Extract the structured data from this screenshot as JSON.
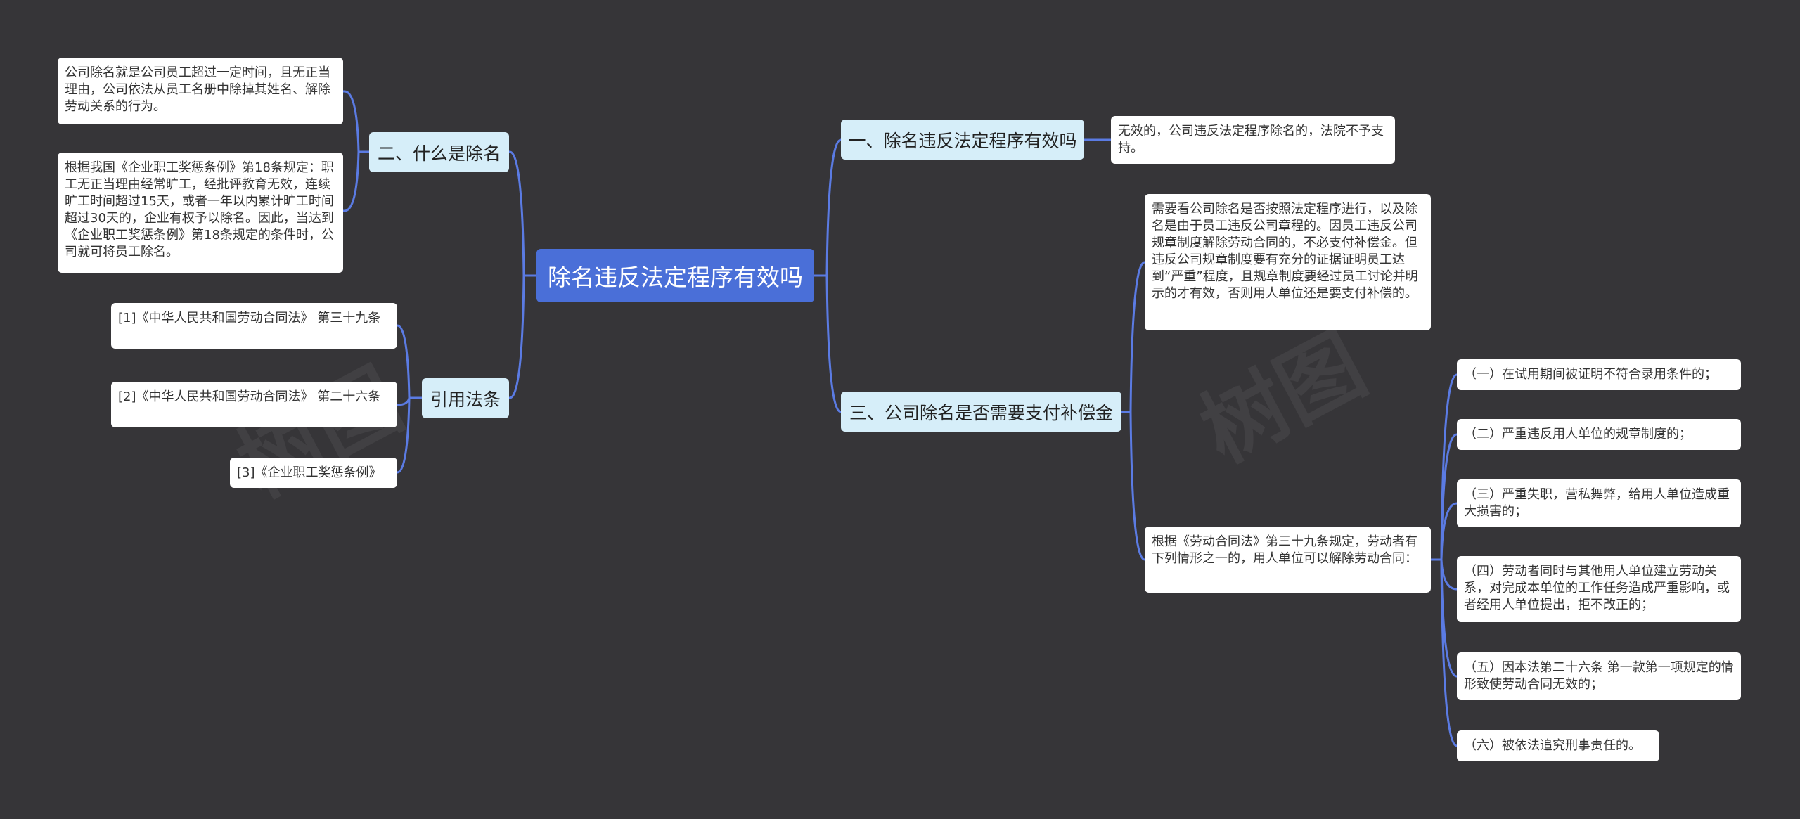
{
  "root": {
    "label": "除名违反法定程序有效吗"
  },
  "branches": {
    "b1": {
      "label": "二、什么是除名"
    },
    "b2": {
      "label": "引用法条"
    },
    "b3": {
      "label": "一、除名违反法定程序有效吗"
    },
    "b4": {
      "label": "三、公司除名是否需要支付补偿金"
    }
  },
  "leaves": {
    "l1": "公司除名就是公司员工超过一定时间，且无正当理由，公司依法从员工名册中除掉其姓名、解除劳动关系的行为。",
    "l2": "根据我国《企业职工奖惩条例》第18条规定：职工无正当理由经常旷工，经批评教育无效，连续旷工时间超过15天，或者一年以内累计旷工时间超过30天的，企业有权予以除名。因此，当达到《企业职工奖惩条例》第18条规定的条件时，公司就可将员工除名。",
    "l3": "[1]《中华人民共和国劳动合同法》 第三十九条",
    "l4": "[2]《中华人民共和国劳动合同法》 第二十六条",
    "l5": "[3]《企业职工奖惩条例》",
    "l6": "无效的，公司违反法定程序除名的，法院不予支持。",
    "l7": "需要看公司除名是否按照法定程序进行，以及除名是由于员工违反公司章程的。因员工违反公司规章制度解除劳动合同的，不必支付补偿金。但违反公司规章制度要有充分的证据证明员工达到“严重”程度，且规章制度要经过员工讨论并明示的才有效，否则用人单位还是要支付补偿的。",
    "l8": "根据《劳动合同法》第三十九条规定，劳动者有下列情形之一的，用人单位可以解除劳动合同：",
    "s1": "（一）在试用期间被证明不符合录用条件的；",
    "s2": "（二）严重违反用人单位的规章制度的；",
    "s3": "（三）严重失职，营私舞弊，给用人单位造成重大损害的；",
    "s4": "（四）劳动者同时与其他用人单位建立劳动关系，对完成本单位的工作任务造成严重影响，或者经用人单位提出，拒不改正的；",
    "s5": "（五）因本法第二十六条 第一款第一项规定的情形致使劳动合同无效的；",
    "s6": "（六）被依法追究刑事责任的。"
  },
  "colors": {
    "background": "#363538",
    "root": "#4a6fd8",
    "branch": "#d6eef9",
    "leaf": "#ffffff",
    "line": "#5b7be3"
  }
}
